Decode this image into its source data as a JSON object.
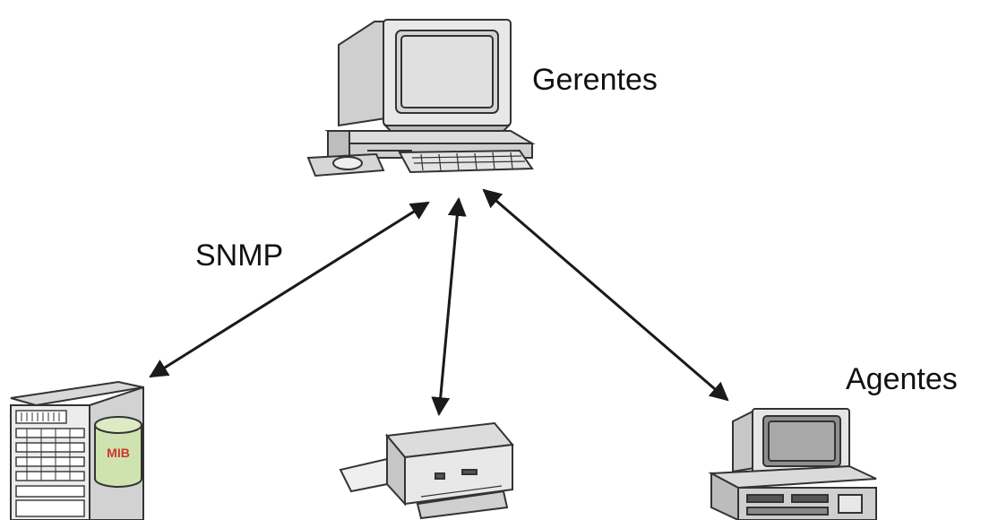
{
  "labels": {
    "manager": "Gerentes",
    "protocol": "SNMP",
    "agents": "Agentes",
    "mib": "MIB"
  },
  "nodes": [
    {
      "id": "manager",
      "icon": "desktop-computer-icon",
      "role": "manager"
    },
    {
      "id": "server",
      "icon": "server-rack-icon",
      "role": "agent"
    },
    {
      "id": "printer",
      "icon": "printer-icon",
      "role": "agent"
    },
    {
      "id": "workstation",
      "icon": "desktop-computer-icon",
      "role": "agent"
    }
  ],
  "links": [
    {
      "from": "manager",
      "to": "server",
      "bidirectional": true
    },
    {
      "from": "manager",
      "to": "printer",
      "bidirectional": true
    },
    {
      "from": "manager",
      "to": "workstation",
      "bidirectional": true
    }
  ],
  "colors": {
    "line": "#1a1a1a",
    "device_light": "#e6e6e6",
    "device_mid": "#c8c8c8",
    "device_dark": "#8c8c8c",
    "screen": "#d9d9d9",
    "mib_cylinder": "#cfe3b0",
    "mib_text": "#d0342c"
  }
}
